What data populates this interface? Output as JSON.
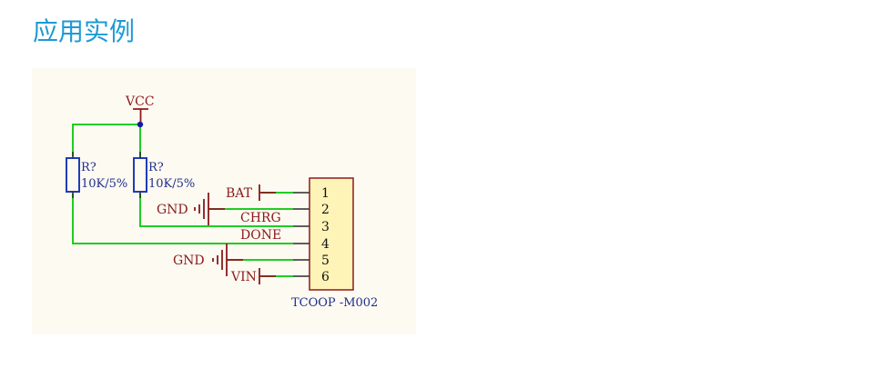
{
  "page": {
    "title": "应用实例"
  },
  "schematic": {
    "power": {
      "vcc": "VCC"
    },
    "resistors": [
      {
        "designator": "R?",
        "value": "10K/5%"
      },
      {
        "designator": "R?",
        "value": "10K/5%"
      }
    ],
    "net_labels": {
      "bat": "BAT",
      "gnd_top": "GND",
      "chrg": "CHRG",
      "done": "DONE",
      "gnd_bottom": "GND",
      "vin": "VIN"
    },
    "connector": {
      "part": "TCOOP -M002",
      "pins": [
        "1",
        "2",
        "3",
        "4",
        "5",
        "6"
      ]
    },
    "colors": {
      "title": "#1e9ad6",
      "wire": "#22cc22",
      "label": "#8b1a1a",
      "component": "#1f3cb4",
      "connector_fill": "#fff4b8"
    }
  }
}
